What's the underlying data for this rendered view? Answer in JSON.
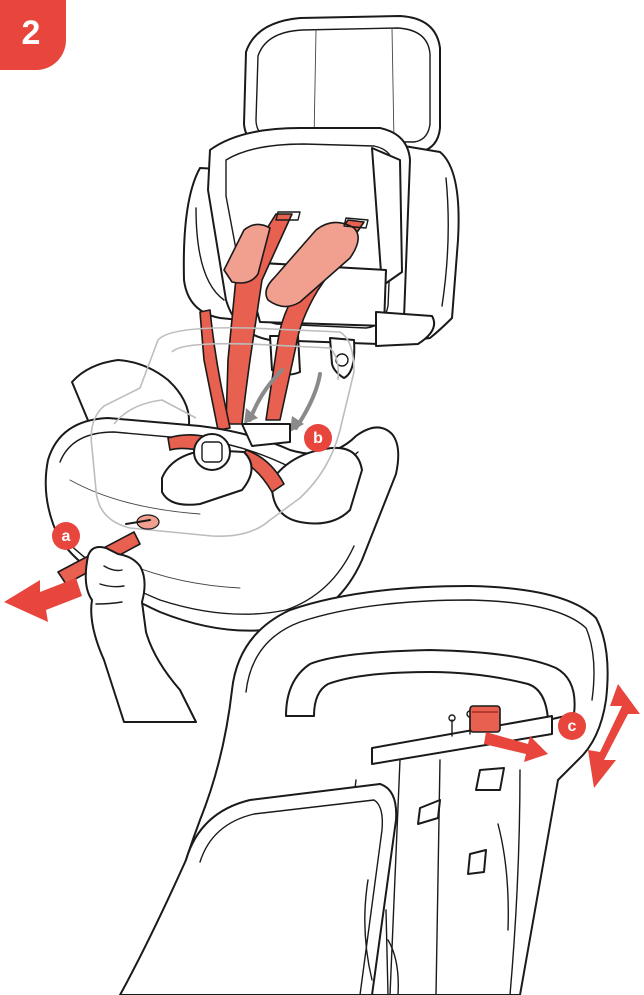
{
  "step": {
    "number": "2"
  },
  "callouts": {
    "a": "a",
    "b": "b",
    "c": "c"
  },
  "colors": {
    "accent": "#e8453c",
    "strap": "#e8604f",
    "strap_dark": "#b63a30",
    "pad": "#f1a08f",
    "line": "#1a1a1a",
    "guide_arrow": "#8a8a8a",
    "ghost": "#bdbdbd"
  },
  "icons": [
    "pull-arrow-icon",
    "double-arrow-icon",
    "guide-arrow-icon"
  ]
}
